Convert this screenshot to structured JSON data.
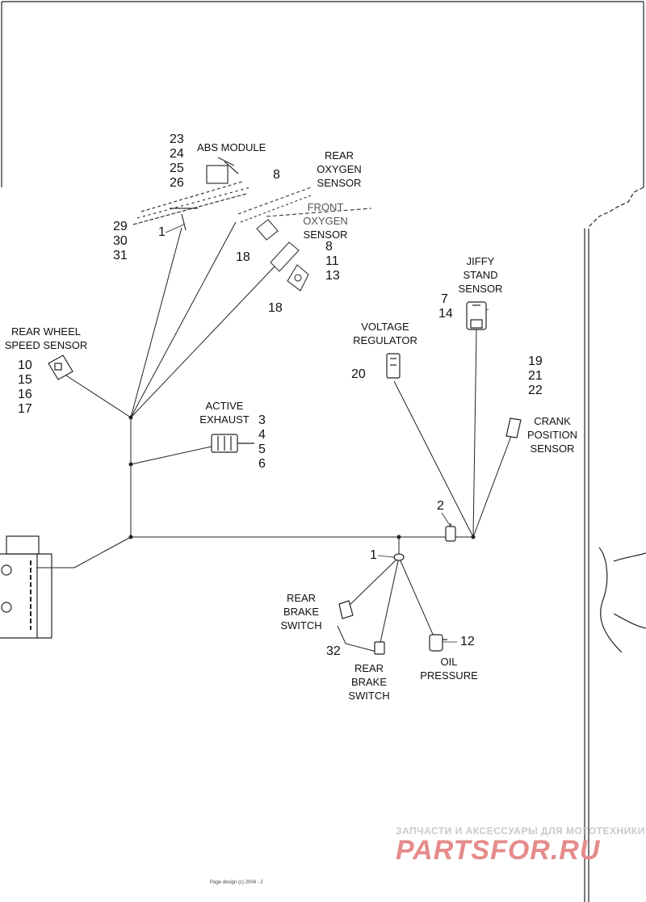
{
  "labels": {
    "abs_module": [
      "ABS MODULE"
    ],
    "rear_oxygen_sensor": [
      "REAR",
      "OXYGEN",
      "SENSOR"
    ],
    "front_oxygen_sensor": [
      "FRONT",
      "OXYGEN",
      "SENSOR"
    ],
    "jiffy_stand_sensor": [
      "JIFFY",
      "STAND",
      "SENSOR"
    ],
    "rear_wheel_speed_sensor": [
      "REAR WHEEL",
      "SPEED SENSOR"
    ],
    "voltage_regulator": [
      "VOLTAGE",
      "REGULATOR"
    ],
    "active_exhaust": [
      "ACTIVE",
      "EXHAUST"
    ],
    "crank_position_sensor": [
      "CRANK",
      "POSITION",
      "SENSOR"
    ],
    "rear_brake_switch_left": [
      "REAR",
      "BRAKE",
      "SWITCH"
    ],
    "rear_brake_switch_right": [
      "REAR",
      "BRAKE",
      "SWITCH"
    ],
    "oil_pressure": [
      "OIL",
      "PRESSURE"
    ]
  },
  "callouts": {
    "abs_module_parts": [
      "23",
      "24",
      "25",
      "26"
    ],
    "abs_lower_parts": [
      "29",
      "30",
      "31"
    ],
    "harness_main_1": "1",
    "rear_oxygen_8": "8",
    "rear_oxygen_18": "18",
    "front_oxygen_parts": [
      "8",
      "11",
      "13"
    ],
    "front_oxygen_18": "18",
    "jiffy_parts": [
      "7",
      "14"
    ],
    "wheel_speed_parts": [
      "10",
      "15",
      "16",
      "17"
    ],
    "voltage_reg_part": "20",
    "active_exhaust_parts": [
      "3",
      "4",
      "5",
      "6"
    ],
    "crank_parts": [
      "19",
      "21",
      "22"
    ],
    "connector_2": "2",
    "harness_junction_1": "1",
    "oil_pressure_part": "12",
    "brake_switch_part": "32"
  },
  "watermark": {
    "top_text": "ЗАПЧАСТИ И АКСЕССУАРЫ ДЛЯ МОТОТЕХНИКИ",
    "brand": "PARTSFOR.RU"
  },
  "footer": "Page design (c) 2004 - 2"
}
